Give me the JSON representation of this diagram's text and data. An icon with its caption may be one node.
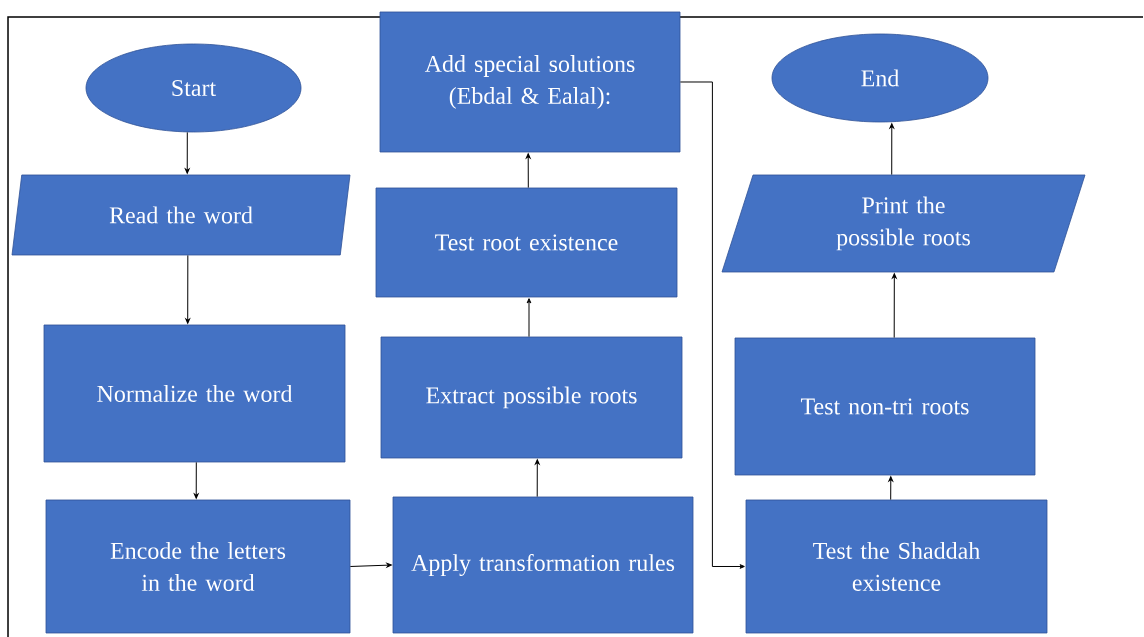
{
  "diagram": {
    "nodes": [
      {
        "text": [
          "Start"
        ]
      },
      {
        "text": [
          "Read the word"
        ]
      },
      {
        "text": [
          "Normalize the word"
        ]
      },
      {
        "text": [
          "Encode the letters in the word"
        ]
      },
      {
        "text": [
          "Apply transformation rules"
        ]
      },
      {
        "text": [
          "Extract possible roots"
        ]
      },
      {
        "text": [
          "Test root existence"
        ]
      },
      {
        "text": [
          "Add special solutions (Ebdal & Ealal):"
        ]
      },
      {
        "text": [
          "Test the Shaddah existence"
        ]
      },
      {
        "text": [
          "Test non-tri roots"
        ]
      },
      {
        "text": [
          "Print the possible roots"
        ]
      },
      {
        "text": [
          "End"
        ]
      }
    ],
    "edges": [
      {
        "from": 0,
        "to": 1,
        "arrow": "to"
      },
      {
        "from": 1,
        "to": 2,
        "arrow": "to"
      },
      {
        "from": 2,
        "to": 3,
        "arrow": "to"
      },
      {
        "from": 3,
        "to": 4,
        "arrow": "to"
      },
      {
        "from": 4,
        "to": 5,
        "arrow": "to"
      },
      {
        "from": 5,
        "to": 6,
        "arrow": "to"
      },
      {
        "from": 6,
        "to": 7,
        "arrow": "to"
      },
      {
        "from": 7,
        "to": 8,
        "arrow": "to"
      },
      {
        "from": 8,
        "to": 9,
        "arrow": "to"
      },
      {
        "from": 9,
        "to": 10,
        "arrow": "to"
      },
      {
        "from": 10,
        "to": 11,
        "arrow": "to"
      }
    ]
  }
}
